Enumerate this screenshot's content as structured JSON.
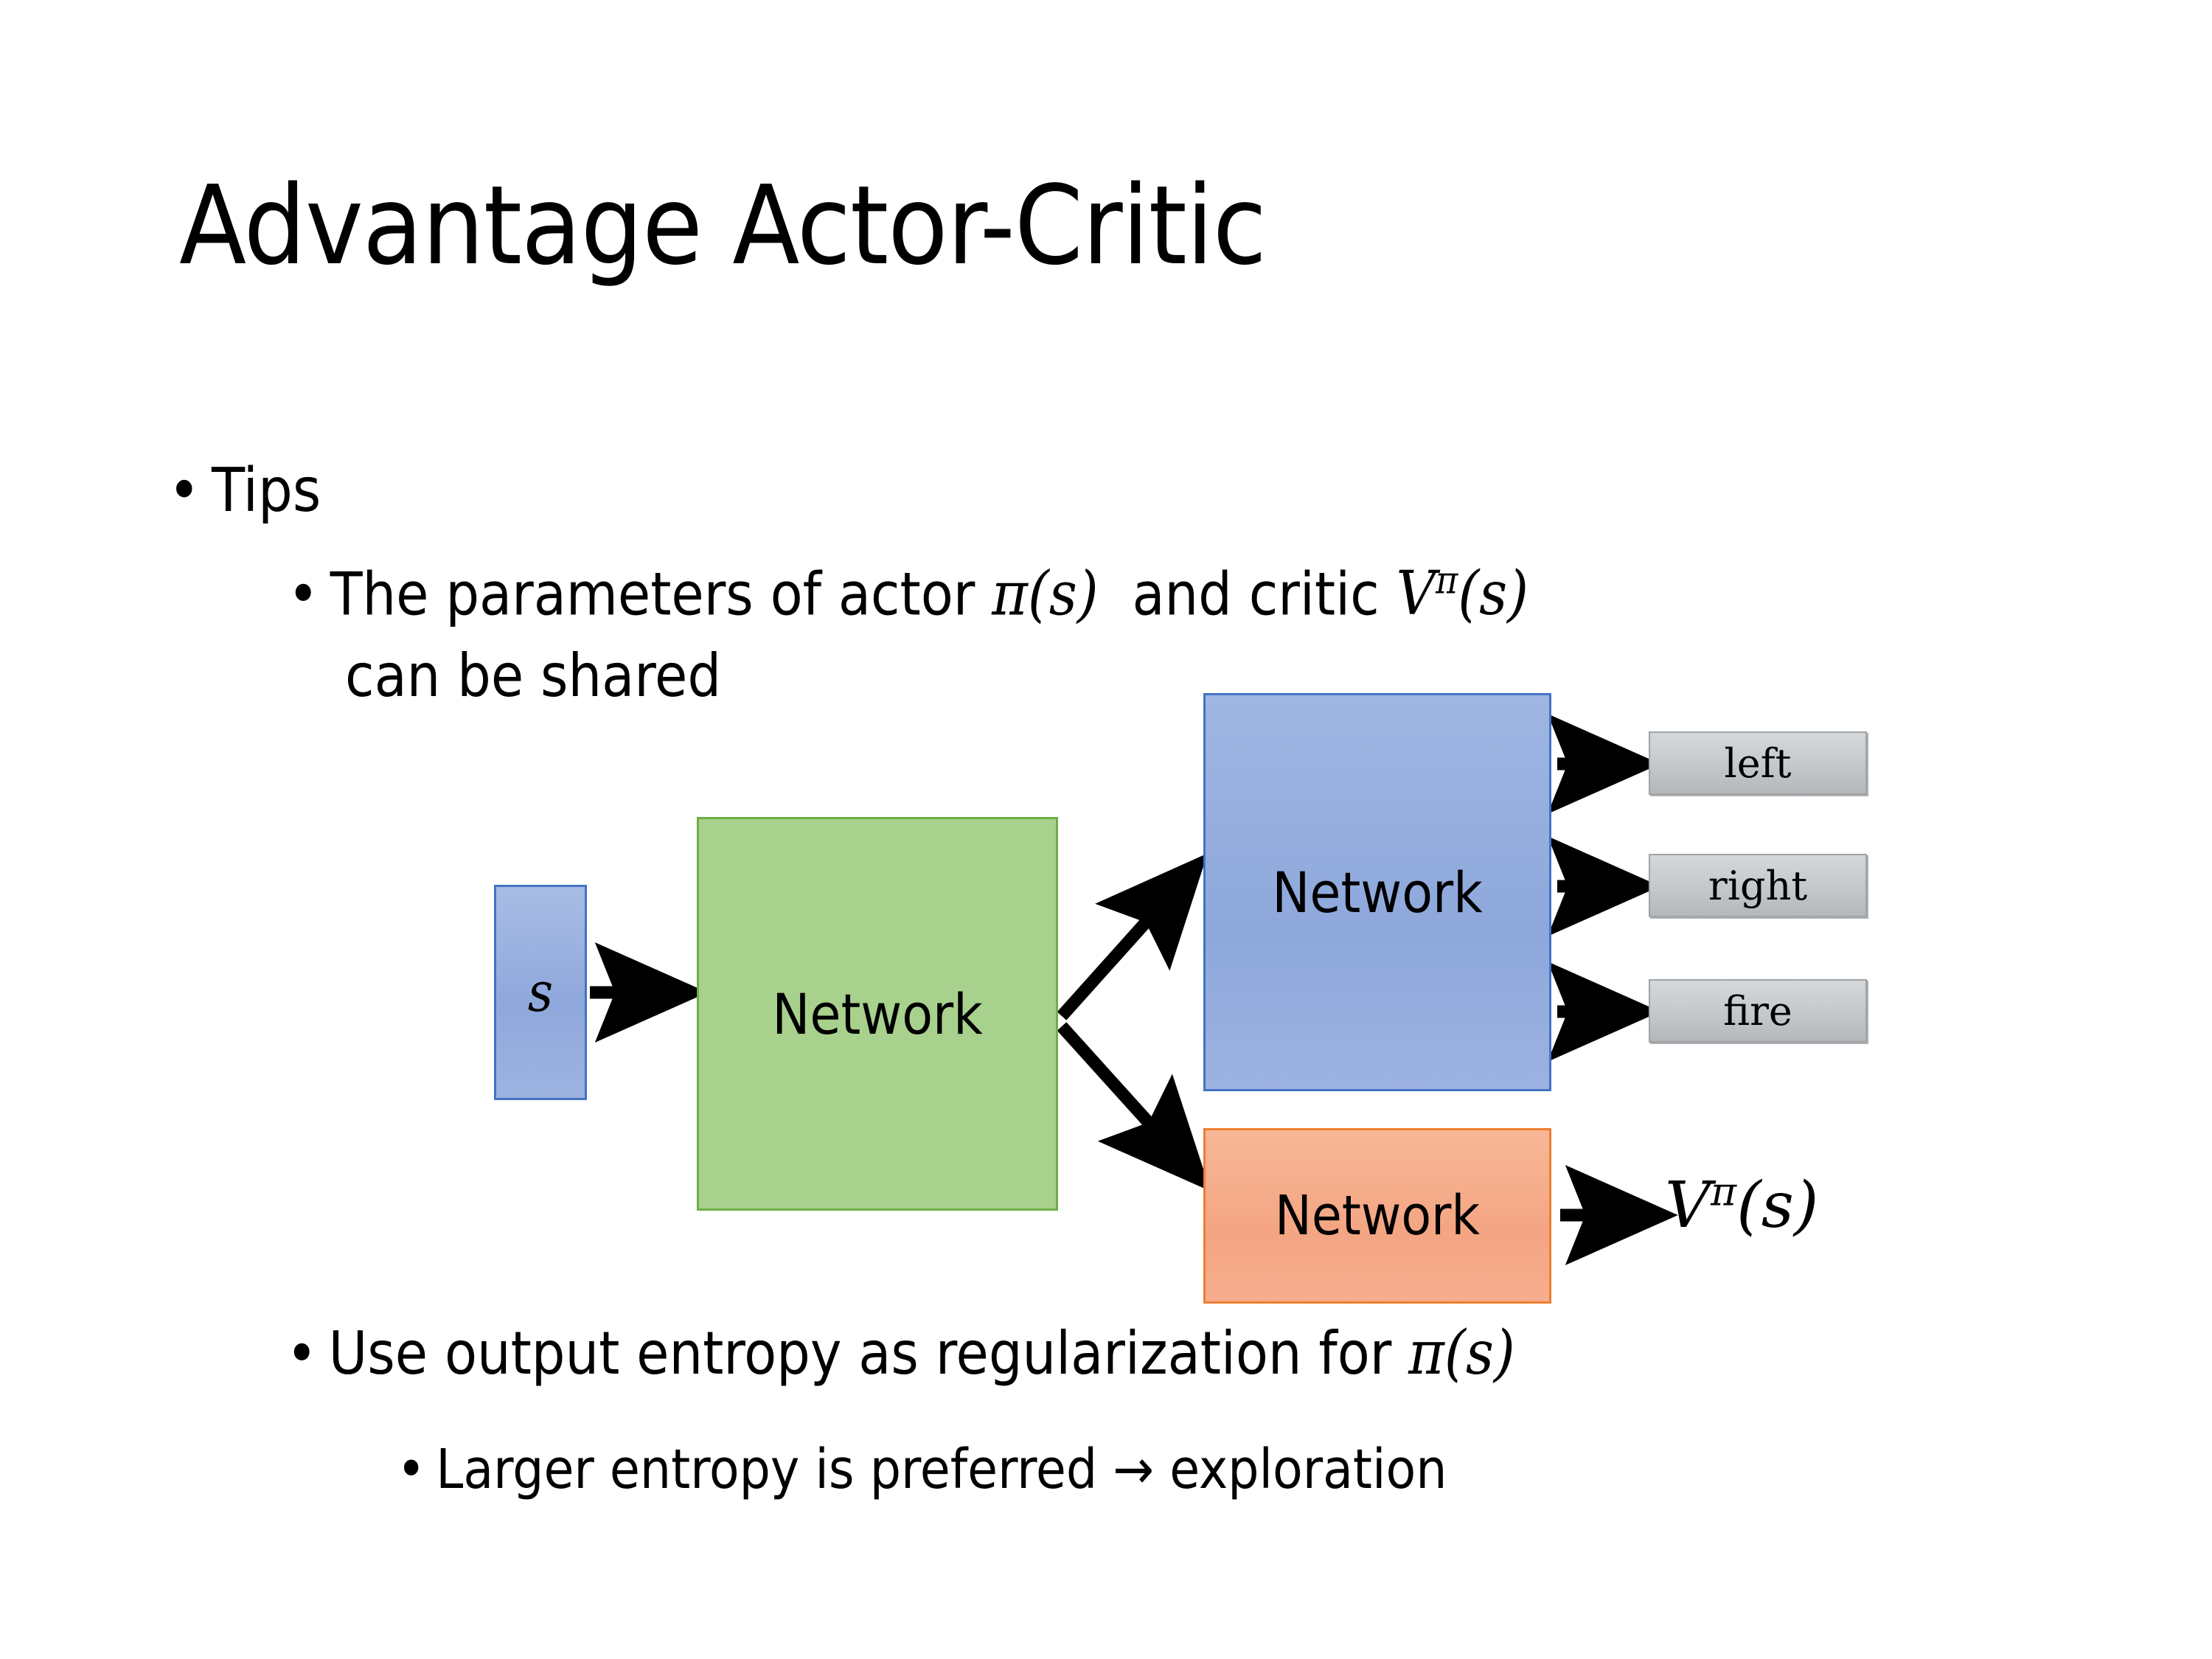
{
  "slide": {
    "title": "Advantage Actor-Critic",
    "background": "#ffffff"
  },
  "bullets": [
    {
      "level": 1,
      "marker": "•",
      "text": "Tips"
    },
    {
      "level": 2,
      "marker": "•",
      "line1_pre": "The parameters of actor ",
      "math_actor": "π(s)",
      "line1_mid": "  and critic ",
      "math_critic_base": "V",
      "math_critic_sup": "π",
      "math_critic_arg": "(s)",
      "line2": "can be shared"
    },
    {
      "level": 2,
      "marker": "•",
      "text_pre": "Use output entropy as regularization for ",
      "math": "π(s)"
    },
    {
      "level": 3,
      "marker": "•",
      "text": "Larger entropy is preferred → exploration"
    }
  ],
  "diagram": {
    "input_node": {
      "label": "s",
      "fill": "#95acdc",
      "border": "#4472c4"
    },
    "shared_node": {
      "label": "Network",
      "fill": "#a9d18e",
      "border": "#70ad47"
    },
    "actor_node": {
      "label": "Network",
      "fill": "#95acdc",
      "border": "#4472c4"
    },
    "critic_node": {
      "label": "Network",
      "fill": "#f4a583",
      "border": "#ed7d31"
    },
    "action_outputs": [
      {
        "label": "left",
        "fill": "#c8cbce",
        "border": "#9fa3a6"
      },
      {
        "label": "right",
        "fill": "#c8cbce",
        "border": "#9fa3a6"
      },
      {
        "label": "fire",
        "fill": "#c8cbce",
        "border": "#9fa3a6"
      }
    ],
    "value_output": {
      "base": "V",
      "superscript": "π",
      "argument": "(s)"
    },
    "arrows": [
      {
        "name": "input-to-shared",
        "from": "input_node",
        "to": "shared_node"
      },
      {
        "name": "shared-to-actor",
        "from": "shared_node",
        "to": "actor_node"
      },
      {
        "name": "shared-to-critic",
        "from": "shared_node",
        "to": "critic_node"
      },
      {
        "name": "actor-to-left",
        "from": "actor_node",
        "to": "left"
      },
      {
        "name": "actor-to-right",
        "from": "actor_node",
        "to": "right"
      },
      {
        "name": "actor-to-fire",
        "from": "actor_node",
        "to": "fire"
      },
      {
        "name": "critic-to-value",
        "from": "critic_node",
        "to": "value_output"
      }
    ],
    "arrow_color": "#000000"
  }
}
